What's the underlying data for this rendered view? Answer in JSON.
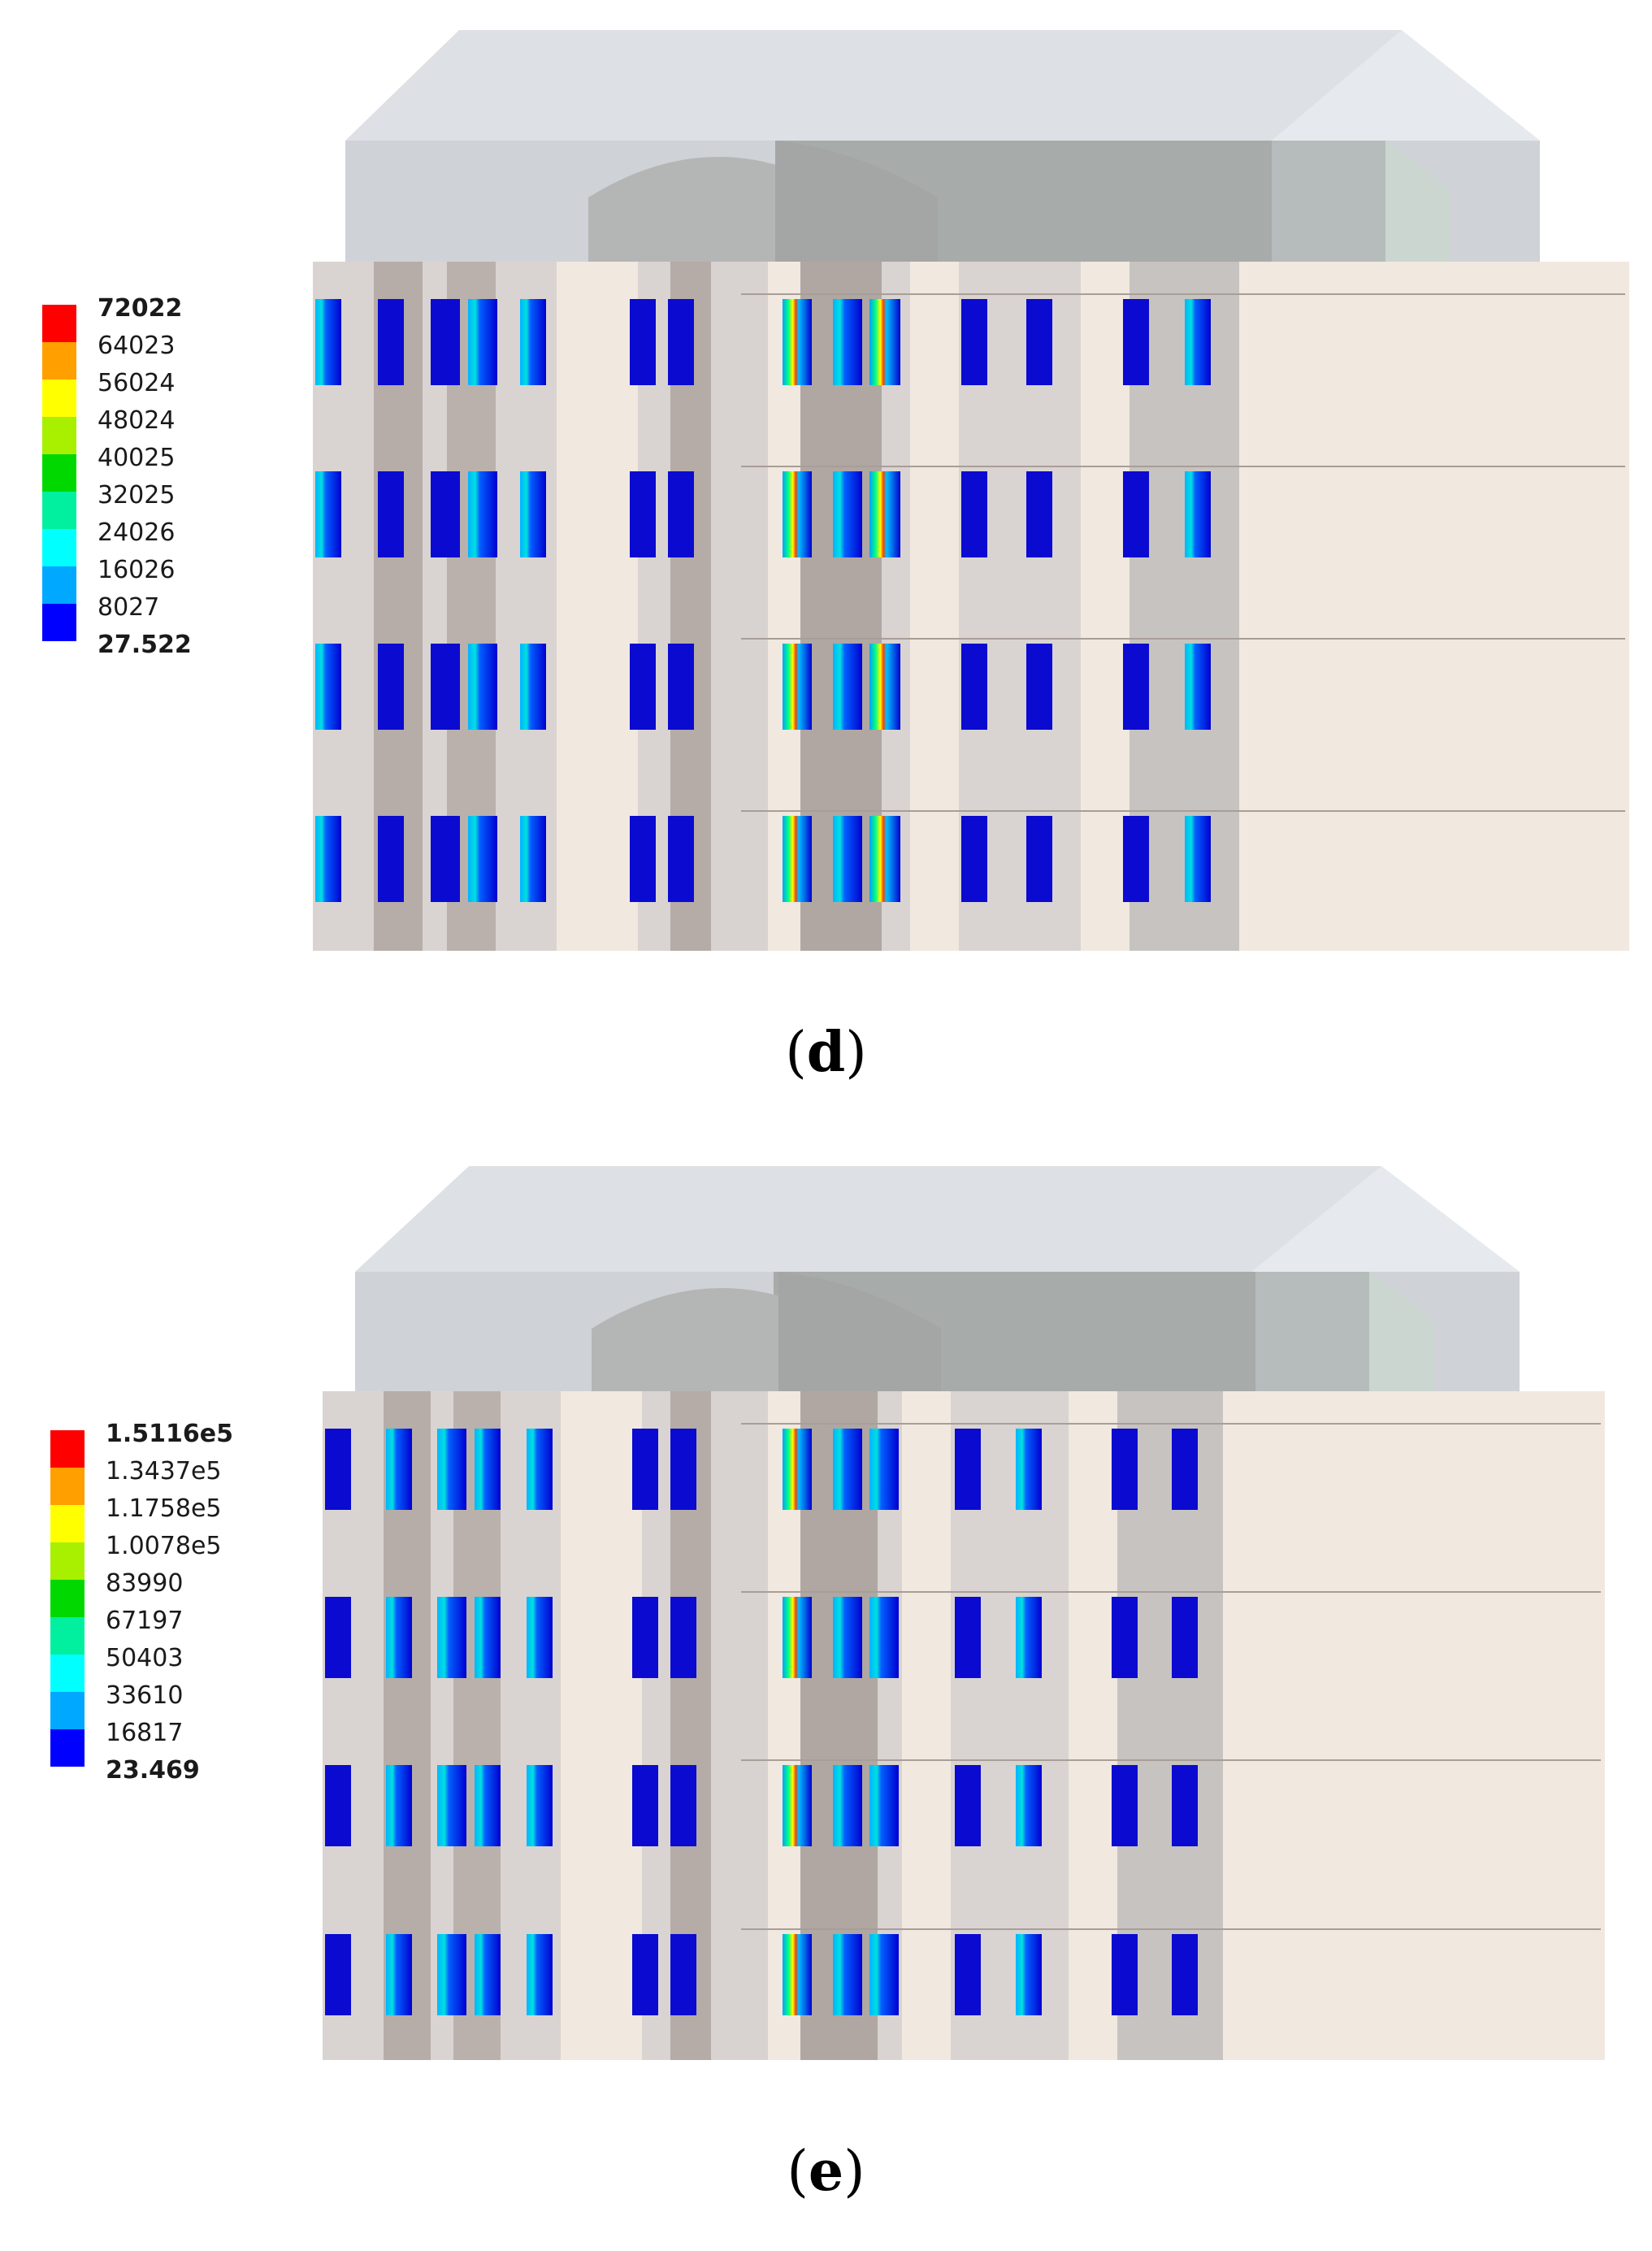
{
  "panels": [
    {
      "id": "d",
      "caption_letter": "d",
      "legend": [
        "72022",
        "64023",
        "56024",
        "48024",
        "40025",
        "32025",
        "24026",
        "16026",
        "8027",
        "27.522"
      ],
      "legend_bold": [
        0,
        9
      ],
      "legend_colors": [
        "#ff0000",
        "#ff9f00",
        "#ffff00",
        "#a8f000",
        "#00d800",
        "#00f0a0",
        "#00ffff",
        "#00a8ff",
        "#0000ff"
      ]
    },
    {
      "id": "e",
      "caption_letter": "e",
      "legend": [
        "1.5116e5",
        "1.3437e5",
        "1.1758e5",
        "1.0078e5",
        "83990",
        "67197",
        "50403",
        "33610",
        "16817",
        "23.469"
      ],
      "legend_bold": [
        0,
        9
      ],
      "legend_colors": [
        "#ff0000",
        "#ff9f00",
        "#ffff00",
        "#a8f000",
        "#00d800",
        "#00f0a0",
        "#00ffff",
        "#00a8ff",
        "#0000ff"
      ]
    }
  ]
}
